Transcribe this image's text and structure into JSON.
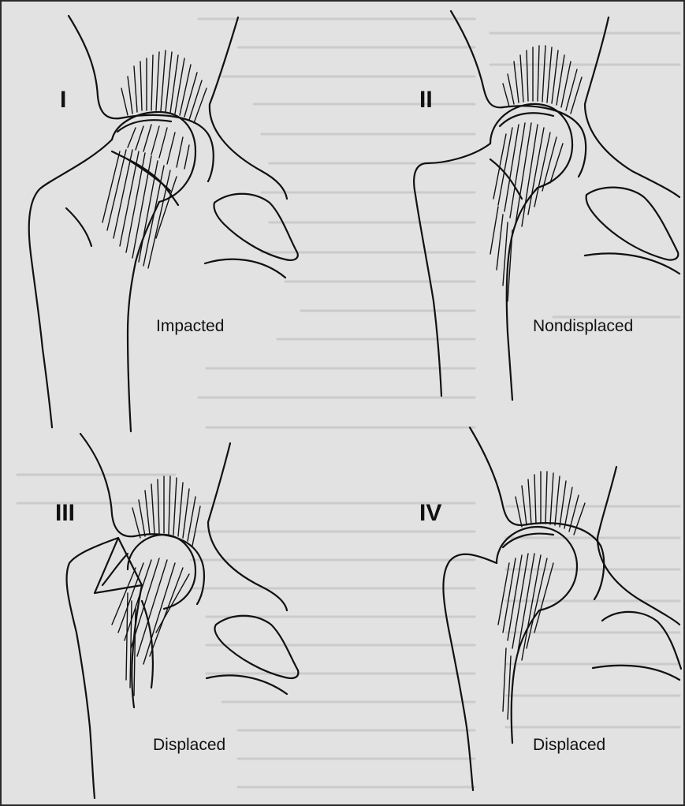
{
  "figure": {
    "panels": [
      {
        "numeral": "I",
        "caption": "Impacted"
      },
      {
        "numeral": "II",
        "caption": "Nondisplaced"
      },
      {
        "numeral": "III",
        "caption": "Displaced"
      },
      {
        "numeral": "IV",
        "caption": "Displaced"
      }
    ]
  }
}
